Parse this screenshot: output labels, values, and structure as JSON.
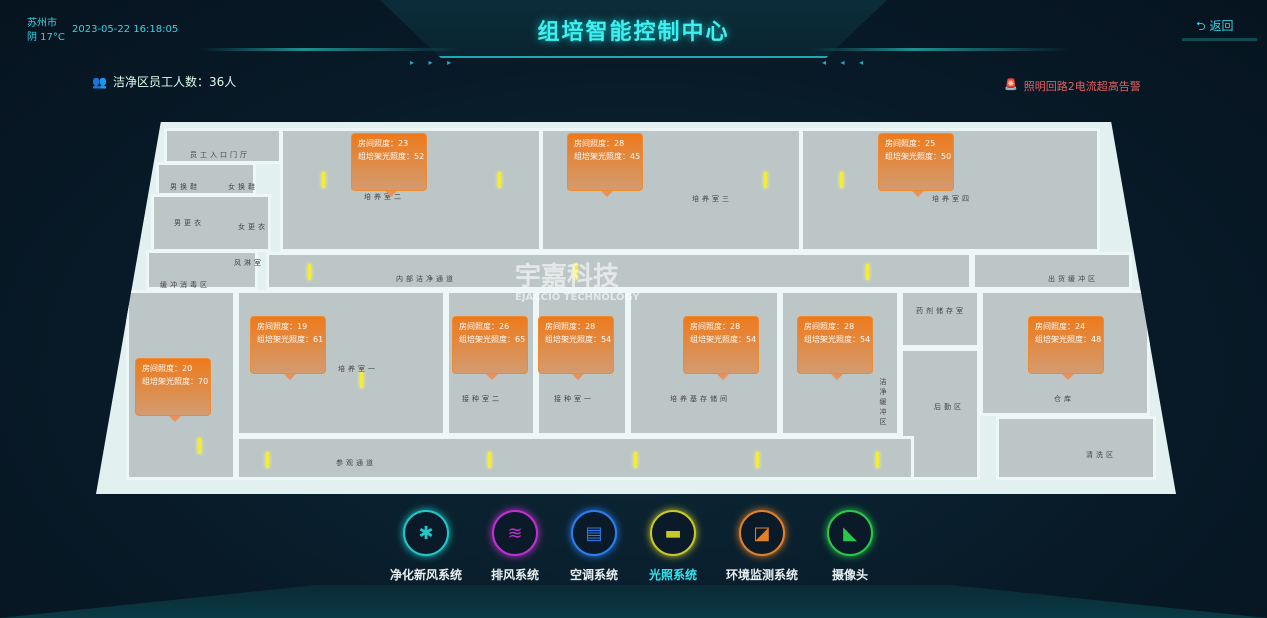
{
  "header": {
    "city": "苏州市",
    "weather": "阴 17°C",
    "datetime": "2023-05-22 16:18:05",
    "title": "组培智能控制中心",
    "back_label": "返回",
    "arrows_left": "▸ ▸ ▸",
    "arrows_right": "◂ ◂ ◂"
  },
  "staff": {
    "label": "洁净区员工人数：36人"
  },
  "alarm": {
    "text": "照明回路2电流超高告警"
  },
  "watermark": "宇嘉科技",
  "watermark_en": "EJACCIO TECHNOLOGY",
  "rooms": [
    "员工入口门厅",
    "男换鞋",
    "女换鞋",
    "男更衣",
    "女更衣",
    "风淋室",
    "缓冲消毒区",
    "培养室二",
    "培养室三",
    "培养室四",
    "内部洁净通道",
    "出货缓冲区",
    "培养室一",
    "接种室二",
    "接种室一",
    "培养基存储间",
    "药剂储存室",
    "洁净缓冲区",
    "后勤区",
    "仓库",
    "参观通道",
    "清洗区"
  ],
  "callouts": [
    {
      "room_lux": "房间照度：23",
      "rack_lux": "组培架光照度：52"
    },
    {
      "room_lux": "房间照度：28",
      "rack_lux": "组培架光照度：45"
    },
    {
      "room_lux": "房间照度：25",
      "rack_lux": "组培架光照度：50"
    },
    {
      "room_lux": "房间照度：19",
      "rack_lux": "组培架光照度：61"
    },
    {
      "room_lux": "房间照度：26",
      "rack_lux": "组培架光照度：65"
    },
    {
      "room_lux": "房间照度：28",
      "rack_lux": "组培架光照度：54"
    },
    {
      "room_lux": "房间照度：28",
      "rack_lux": "组培架光照度：54"
    },
    {
      "room_lux": "房间照度：28",
      "rack_lux": "组培架光照度：54"
    },
    {
      "room_lux": "房间照度：24",
      "rack_lux": "组培架光照度：48"
    },
    {
      "room_lux": "房间照度：20",
      "rack_lux": "组培架光照度：70"
    }
  ],
  "nav": [
    {
      "label": "净化新风系统",
      "icon": "✱",
      "color": "#1fc8c8"
    },
    {
      "label": "排风系统",
      "icon": "≋",
      "color": "#c02fd0"
    },
    {
      "label": "空调系统",
      "icon": "▤",
      "color": "#2a7ef0"
    },
    {
      "label": "光照系统",
      "icon": "▬",
      "color": "#c8c82a",
      "active": true
    },
    {
      "label": "环境监测系统",
      "icon": "◪",
      "color": "#e0802a"
    },
    {
      "label": "摄像头",
      "icon": "◣",
      "color": "#2ac84a"
    }
  ],
  "colors": {
    "accent": "#2fd6e6",
    "alarm": "#e26060",
    "callout": "#ee7a1c"
  }
}
